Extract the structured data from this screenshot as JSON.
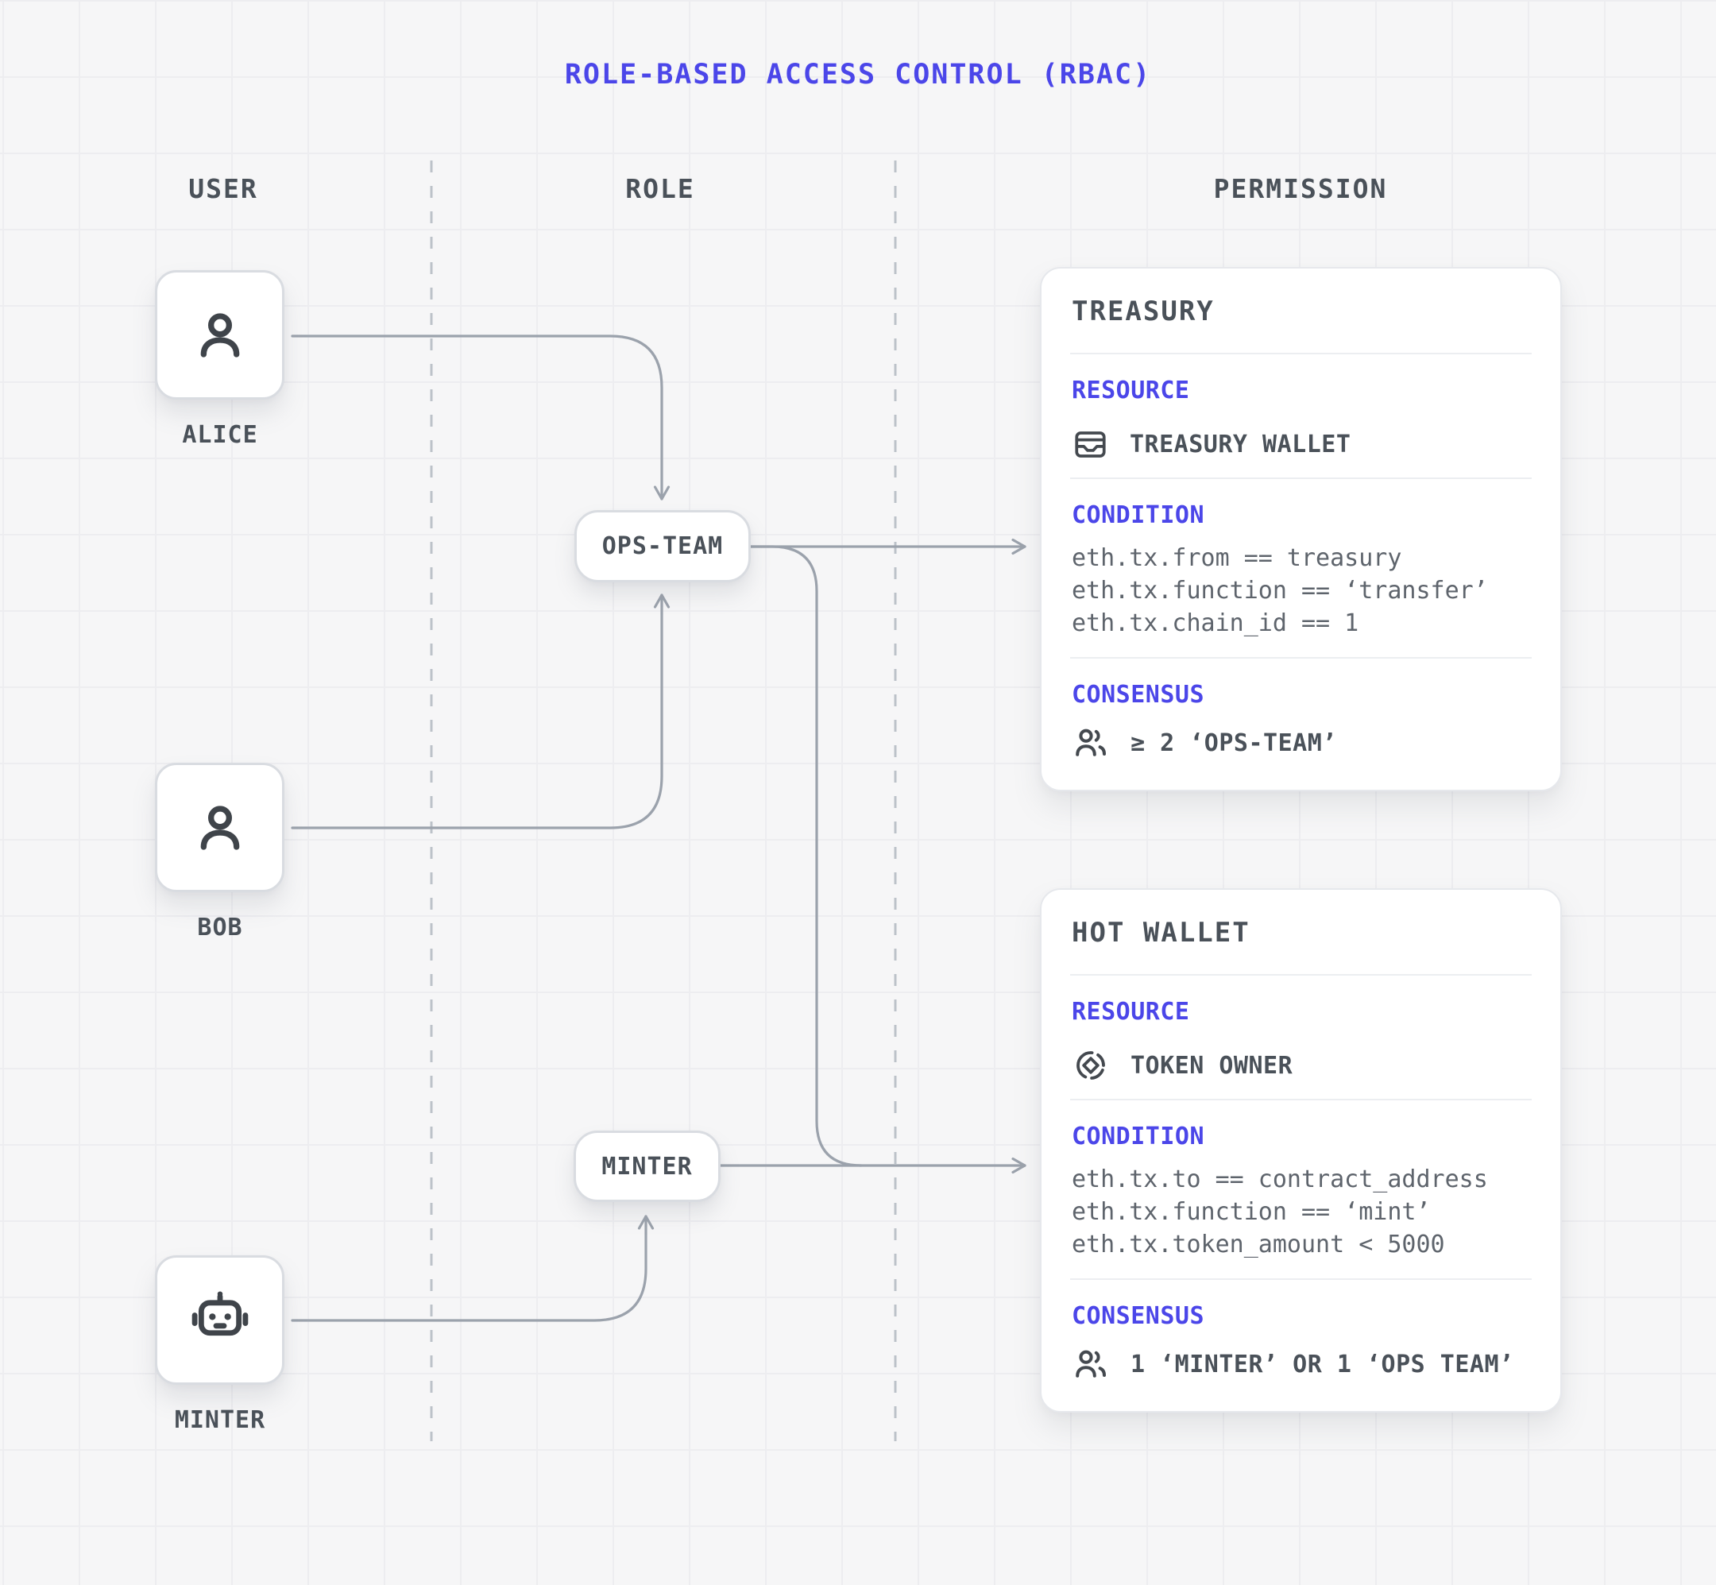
{
  "title": "ROLE-BASED ACCESS CONTROL (RBAC)",
  "columns": {
    "user": "USER",
    "role": "ROLE",
    "permission": "PERMISSION"
  },
  "users": [
    {
      "label": "ALICE",
      "icon": "person-icon"
    },
    {
      "label": "BOB",
      "icon": "person-icon"
    },
    {
      "label": "MINTER",
      "icon": "robot-icon"
    }
  ],
  "roles": [
    {
      "label": "OPS-TEAM"
    },
    {
      "label": "MINTER"
    }
  ],
  "permissions": [
    {
      "title": "TREASURY",
      "resource_label": "RESOURCE",
      "resource": {
        "icon": "wallet-icon",
        "name": "TREASURY WALLET"
      },
      "condition_label": "CONDITION",
      "conditions": [
        "eth.tx.from == treasury",
        "eth.tx.function == ‘transfer’",
        "eth.tx.chain_id == 1"
      ],
      "consensus_label": "CONSENSUS",
      "consensus": {
        "icon": "users-icon",
        "rule": "≥ 2 ‘OPS-TEAM’"
      }
    },
    {
      "title": "HOT WALLET",
      "resource_label": "RESOURCE",
      "resource": {
        "icon": "token-icon",
        "name": "TOKEN OWNER"
      },
      "condition_label": "CONDITION",
      "conditions": [
        "eth.tx.to == contract_address",
        "eth.tx.function == ‘mint’",
        "eth.tx.token_amount < 5000"
      ],
      "consensus_label": "CONSENSUS",
      "consensus": {
        "icon": "users-icon",
        "rule": "1 ‘MINTER’ OR 1 ‘OPS TEAM’"
      }
    }
  ],
  "colors": {
    "accent": "#4b46e9",
    "ink": "#4a5159",
    "code": "#5e646c",
    "line": "#9ba2ac",
    "dash": "#bcc2c9",
    "bg": "#f6f6f7"
  }
}
